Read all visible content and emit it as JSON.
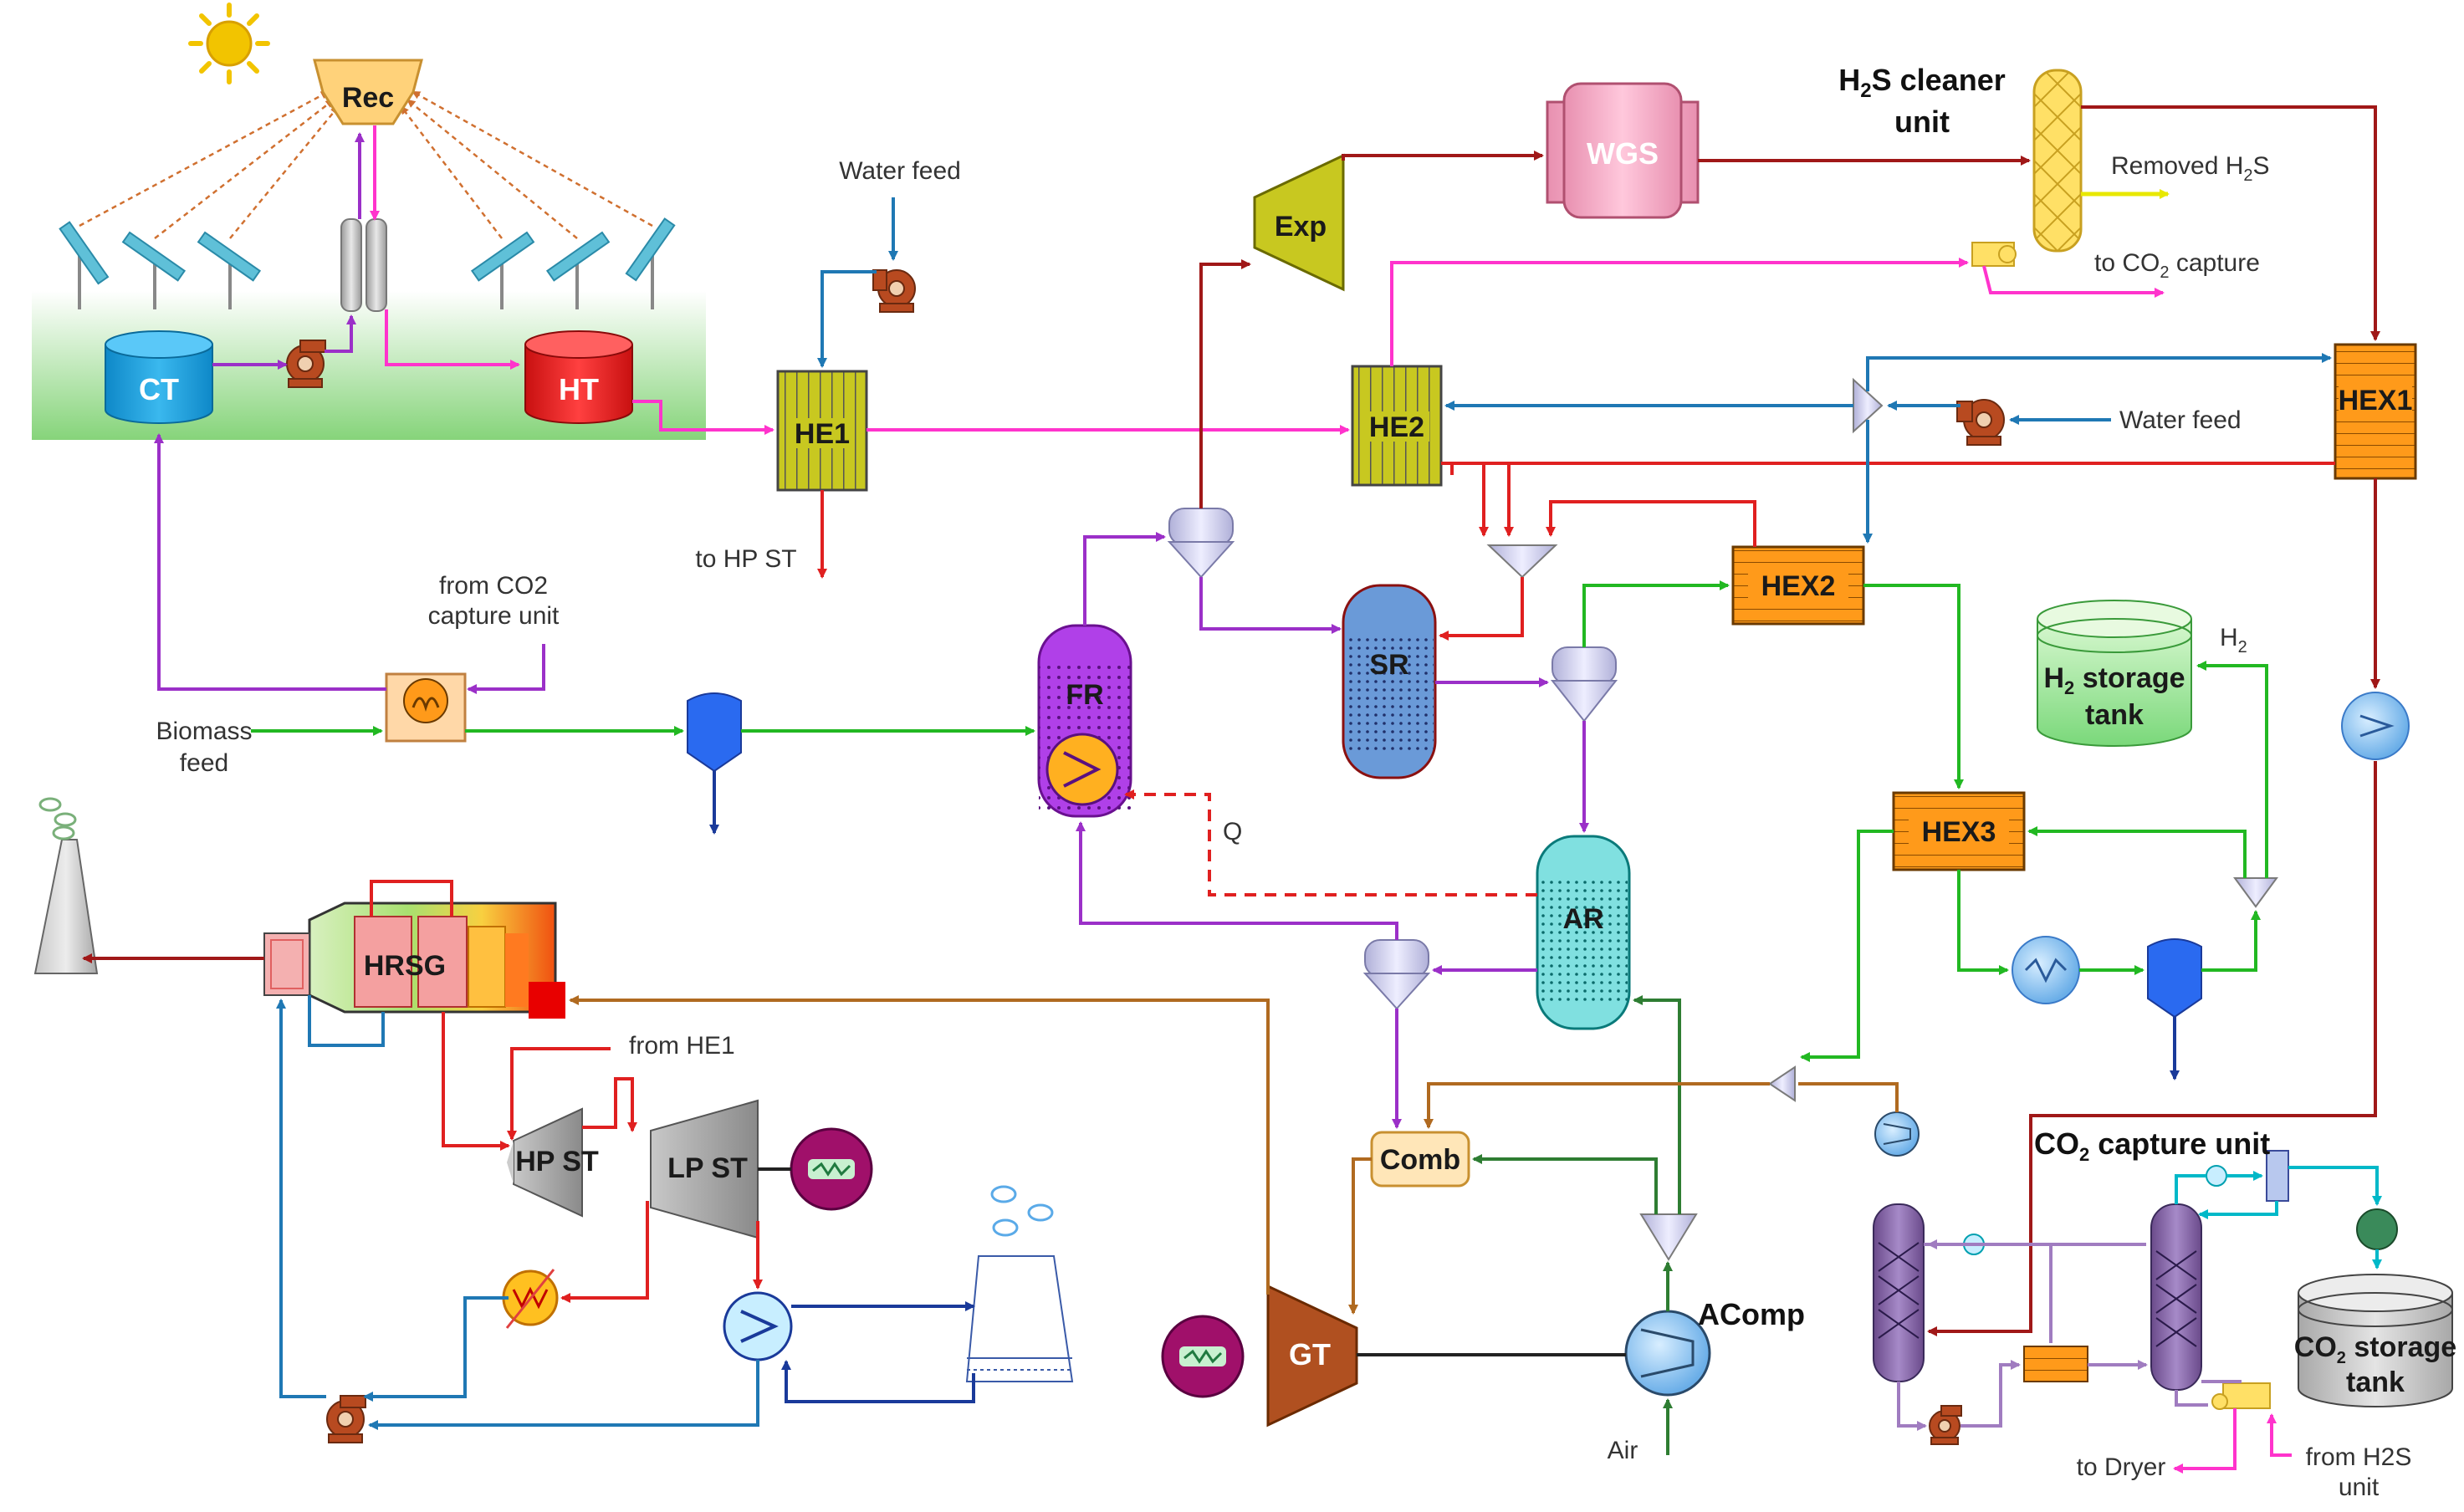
{
  "colors": {
    "magenta": "#ff33cc",
    "red": "#e02020",
    "darkred": "#a01818",
    "blue": "#1f78b4",
    "green": "#22b822",
    "darkgreen": "#2e7d32",
    "purple": "#9b30c8",
    "violet": "#a07cc0",
    "cyan": "#00b8c8",
    "brown": "#b06a20",
    "yellow": "#f0f000"
  },
  "equipment": {
    "rec": "Rec",
    "ct": "CT",
    "ht": "HT",
    "he1": "HE1",
    "he2": "HE2",
    "exp": "Exp",
    "wgs": "WGS",
    "hex1": "HEX1",
    "hex2": "HEX2",
    "hex3": "HEX3",
    "fr": "FR",
    "sr": "SR",
    "ar": "AR",
    "hrsg": "HRSG",
    "hp_st": "HP ST",
    "lp_st": "LP ST",
    "comb": "Comb",
    "gt": "GT",
    "acomp": "AComp"
  },
  "labels": {
    "water_feed_top": "Water feed",
    "water_feed_right": "Water feed",
    "h2s_cleaner_line1": "H",
    "h2s_cleaner_sub": "2",
    "h2s_cleaner_rest": "S cleaner",
    "h2s_cleaner_line2": "unit",
    "removed_h2s_a": "Removed H",
    "removed_h2s_sub": "2",
    "removed_h2s_b": "S",
    "to_co2_capture_a": "to CO",
    "to_co2_capture_sub": "2",
    "to_co2_capture_b": " capture",
    "to_hp_st": "to HP ST",
    "from_co2_line1": "from CO2",
    "from_co2_line2": "capture unit",
    "biomass_line1": "Biomass",
    "biomass_line2": "feed",
    "q": "Q",
    "h2_tank_a": "H",
    "h2_tank_sub": "2",
    "h2_tank_b": " storage",
    "h2_tank_line2": "tank",
    "h2_out_a": "H",
    "h2_out_sub": "2",
    "from_he1": "from HE1",
    "co2_capture_unit_a": "CO",
    "co2_capture_unit_sub": "2",
    "co2_capture_unit_b": " capture unit",
    "co2_tank_a": "CO",
    "co2_tank_sub": "2",
    "co2_tank_b": " storage",
    "co2_tank_line2": "tank",
    "air": "Air",
    "to_dryer": "to Dryer",
    "from_h2s_line1": "from H2S",
    "from_h2s_line2": "unit"
  }
}
